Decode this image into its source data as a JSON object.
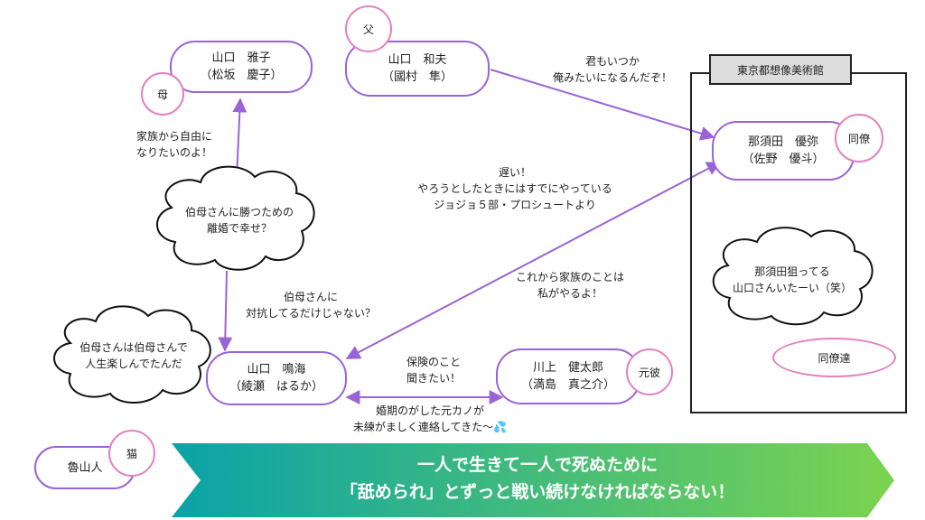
{
  "people": {
    "mother": {
      "name": "山口　雅子",
      "actor": "（松坂　慶子）",
      "role": "母"
    },
    "father": {
      "name": "山口　和夫",
      "actor": "（國村　隼）",
      "role": "父"
    },
    "colleague": {
      "name": "那須田　優弥",
      "actor": "（佐野　優斗）",
      "role": "同僚"
    },
    "protagonist": {
      "name": "山口　鳴海",
      "actor": "（綾瀬　はるか）"
    },
    "ex": {
      "name": "川上　健太郎",
      "actor": "（満島　真之介）",
      "role": "元彼"
    },
    "cat": {
      "name": "魯山人",
      "role": "猫"
    }
  },
  "museum": {
    "title": "東京都想像美術館"
  },
  "notes": {
    "father_to_colleague": [
      "君もいつか",
      "俺みたいになるんだぞ！"
    ],
    "mother_label": [
      "家族から自由に",
      "なりたいのよ！"
    ],
    "colleague_exchange": [
      "遅い！",
      "やろうとしたときにはすでにやっている",
      "ジョジョ５部・プロシュートより"
    ],
    "protagonist_to_colleague": [
      "これから家族のことは",
      "私がやるよ！"
    ],
    "protagonist_to_mother": [
      "伯母さんに",
      "対抗してるだけじゃない？"
    ],
    "insurance": [
      "保険のこと",
      "聞きたい！"
    ],
    "ex_contact": [
      "婚期のがした元カノが",
      "未練がましく連絡してきた〜💦"
    ]
  },
  "clouds": {
    "mother_thought": [
      "伯母さんに勝つための",
      "離婚で幸せ？"
    ],
    "protagonist_thought": [
      "伯母さんは伯母さんで",
      "人生楽しんでたんだ"
    ],
    "colleagues_thought": [
      "那須田狙ってる",
      "山口さんいたーい（笑）"
    ]
  },
  "colleagues_label": "同僚達",
  "banner": {
    "line1": "一人で生きて一人で死ぬために",
    "line2": "「舐められ」とずっと戦い続けなければならない！"
  },
  "colors": {
    "pill_border": "#9a63d6",
    "badge_border": "#e57fbf",
    "arrow": "#9a63d6",
    "banner_from": "#0aa3a8",
    "banner_to": "#7cd34f"
  }
}
